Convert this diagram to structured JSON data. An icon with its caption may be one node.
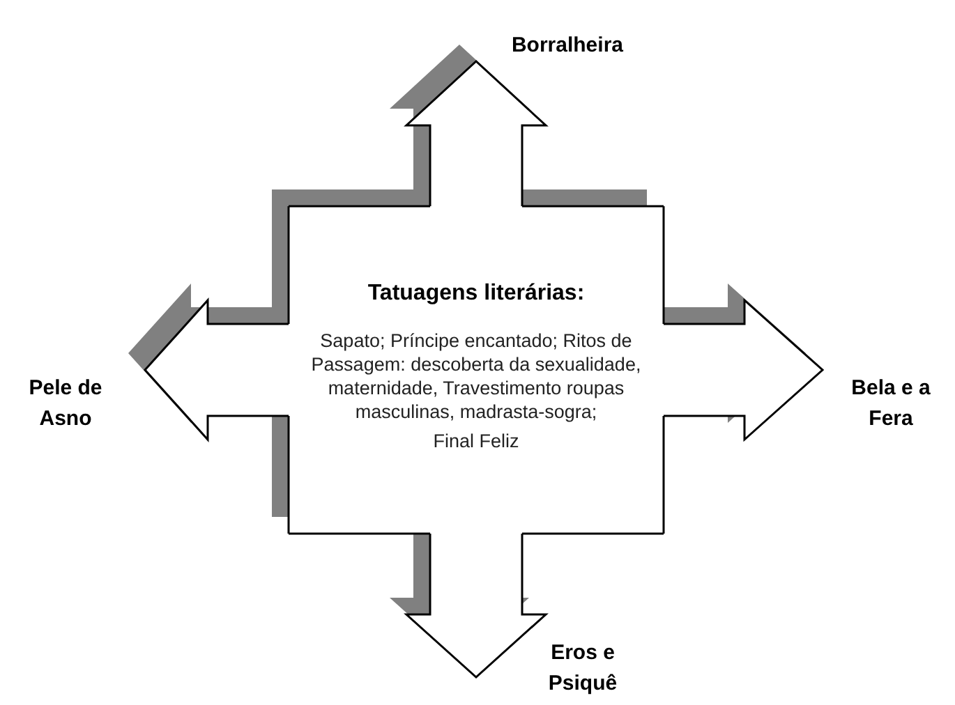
{
  "diagram": {
    "nodes": [
      {
        "text": [
          "Tatuagens literárias:",
          "Sapato; Príncipe encantado; Ritos de Passagem: descoberta da sexualidade, maternidade, Travestimento roupas masculinas, madrasta-sogra;",
          "Final Feliz"
        ]
      },
      {
        "text": [
          "Borralheira"
        ]
      },
      {
        "text": [
          "Pele de Asno"
        ]
      },
      {
        "text": [
          "Bela e a Fera"
        ]
      },
      {
        "text": [
          "Eros e Psiquê"
        ]
      }
    ],
    "edges": [
      {
        "from": 0,
        "to": 1,
        "arrow": "to"
      },
      {
        "from": 0,
        "to": 2,
        "arrow": "to"
      },
      {
        "from": 0,
        "to": 3,
        "arrow": "to"
      },
      {
        "from": 0,
        "to": 4,
        "arrow": "to"
      }
    ]
  }
}
